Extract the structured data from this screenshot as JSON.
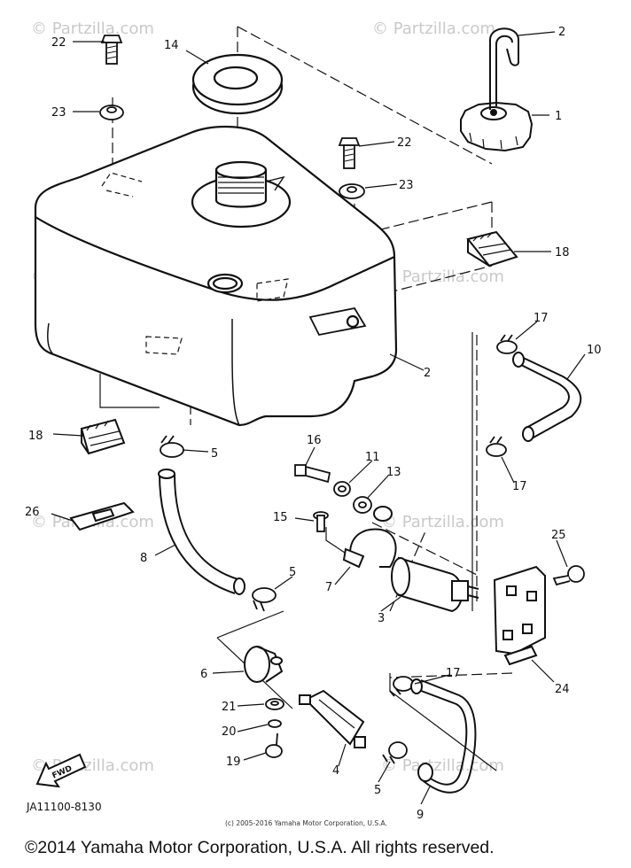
{
  "callouts": {
    "c22a": "22",
    "c23a": "23",
    "c14": "14",
    "c2a": "2",
    "c1": "1",
    "c22b": "22",
    "c23b": "23",
    "c18a": "18",
    "c2b": "2",
    "c17a": "17",
    "c10": "10",
    "c18b": "18",
    "c5a": "5",
    "c16": "16",
    "c11": "11",
    "c13": "13",
    "c17b": "17",
    "c26": "26",
    "c15": "15",
    "c25": "25",
    "c8": "8",
    "c5b": "5",
    "c7": "7",
    "c3": "3",
    "c24": "24",
    "c6": "6",
    "c17c": "17",
    "c21": "21",
    "c20": "20",
    "c19": "19",
    "c4": "4",
    "c5c": "5",
    "c9": "9"
  },
  "fwd_label": "FWD",
  "diagram_code": "JA11100-8130",
  "small_copyright": "(c) 2005-2016 Yamaha Motor Corporation, U.S.A.",
  "footer_copyright": "©2014 Yamaha Motor Corporation, U.S.A. All rights reserved.",
  "watermark": "© Partzilla.com"
}
